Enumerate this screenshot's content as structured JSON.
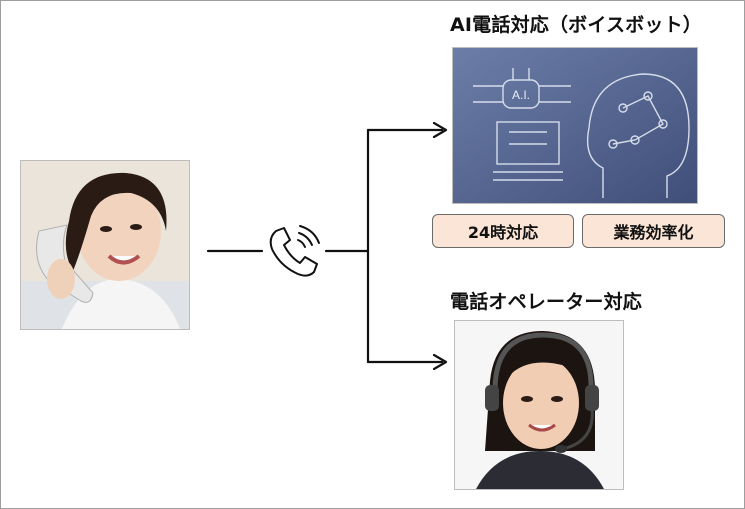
{
  "ai_section": {
    "title": "AI電話対応（ボイスボット）",
    "image_text": "A.I.",
    "badges": [
      "24時対応",
      "業務効率化"
    ]
  },
  "operator_section": {
    "title": "電話オペレーター対応"
  },
  "icons": {
    "phone": "phone-handset-icon",
    "arrow_top": "arrow-right-icon",
    "arrow_bottom": "arrow-right-icon"
  },
  "colors": {
    "badge_fill": "#fbe5d6",
    "badge_border": "#6b6b6b",
    "ai_image_bg": "#4a5a86",
    "line": "#111111"
  }
}
